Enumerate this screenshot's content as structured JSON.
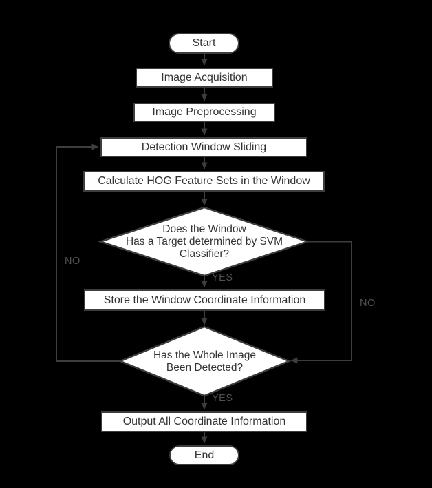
{
  "nodes": {
    "start": "Start",
    "acquisition": "Image Acquisition",
    "preprocessing": "Image Preprocessing",
    "sliding": "Detection Window Sliding",
    "hog": "Calculate HOG Feature Sets in the Window",
    "svm_decision": "Does the Window\nHas a Target determined by SVM\nClassifier?",
    "store": "Store the Window Coordinate Information",
    "whole_image_decision": "Has the Whole Image\nBeen Detected?",
    "output": "Output All Coordinate Information",
    "end": "End"
  },
  "labels": {
    "svm_yes": "YES",
    "svm_no": "NO",
    "whole_image_yes": "YES",
    "whole_image_no": "NO"
  },
  "colors": {
    "background": "#000000",
    "node_fill": "#ffffff",
    "node_border": "#3d3d3d",
    "node_text": "#333333",
    "connector": "#3d3d3d",
    "branch_label": "#515151"
  }
}
